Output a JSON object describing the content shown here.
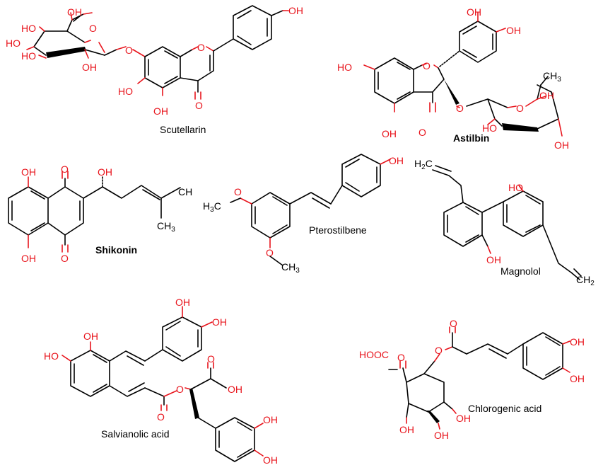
{
  "colors": {
    "bond": "#000000",
    "heteroatom": "#e8141c",
    "background": "#ffffff"
  },
  "labels": {
    "OH": "OH",
    "HO": "HO",
    "O": "O",
    "CH3": "CH",
    "CH3_sub": "3",
    "H3C": "H",
    "H3C_sub": "3",
    "H3C_c": "C",
    "H2C": "H",
    "H2C_sub": "2",
    "H2C_c": "C",
    "CH2": "CH",
    "CH2_sub": "2",
    "HOOC": "HOOC",
    "CH_trunc": "CH"
  },
  "molecules": [
    {
      "id": "scutellarin",
      "name": "Scutellarin"
    },
    {
      "id": "astilbin",
      "name": "Astilbin"
    },
    {
      "id": "shikonin",
      "name": "Shikonin"
    },
    {
      "id": "pterostilbene",
      "name": "Pterostilbene"
    },
    {
      "id": "magnolol",
      "name": "Magnolol"
    },
    {
      "id": "salvianolic",
      "name": "Salvianolic acid"
    },
    {
      "id": "chlorogenic",
      "name": "Chlorogenic acid"
    }
  ]
}
